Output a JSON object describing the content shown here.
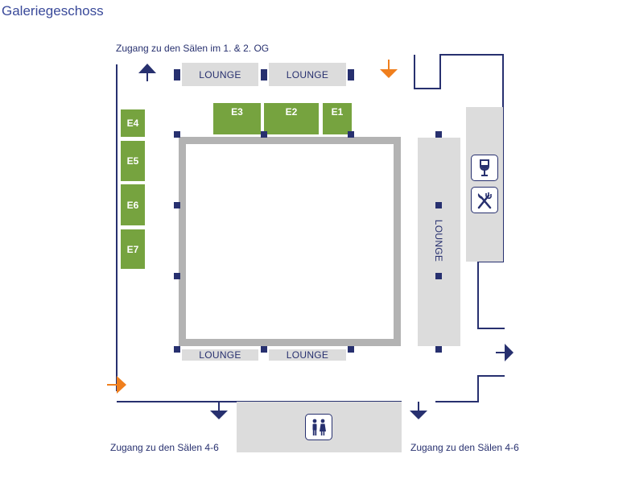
{
  "title": "Galeriegeschoss",
  "labels": {
    "upper_access": "Zugang zu den Sälen im 1. & 2. OG",
    "access_left": "Zugang zu den Sälen 4-6",
    "access_right": "Zugang zu den Sälen 4-6"
  },
  "lounges": {
    "top_left": "LOUNGE",
    "top_right": "LOUNGE",
    "bottom_left": "LOUNGE",
    "bottom_right": "LOUNGE",
    "right": "LOUNGE"
  },
  "halls": {
    "e1": "E1",
    "e2": "E2",
    "e3": "E3",
    "e4": "E4",
    "e5": "E5",
    "e6": "E6",
    "e7": "E7"
  },
  "icons": [
    "wine-glass-icon",
    "fork-knife-icon",
    "restroom-icon"
  ],
  "colors": {
    "navy": "#27306f",
    "hall_green": "#76a33f",
    "lounge_grey": "#dcdcdc",
    "frame_grey": "#b3b3b3",
    "arrow_orange": "#f07f1d"
  }
}
